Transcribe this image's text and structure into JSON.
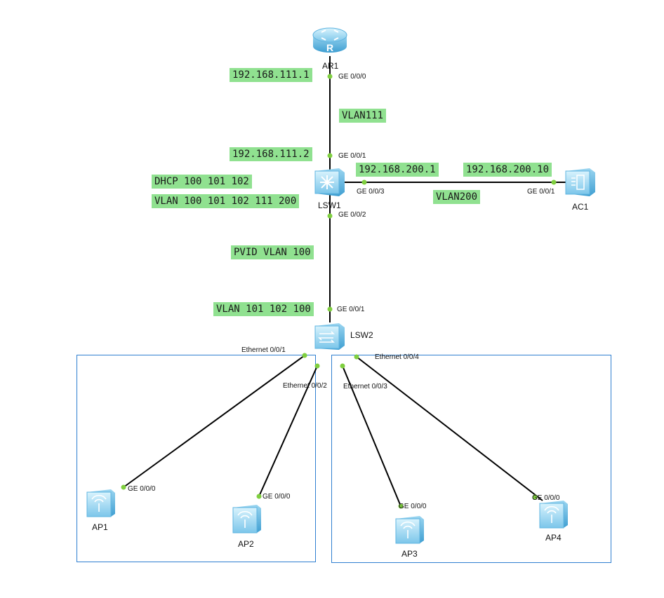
{
  "devices": {
    "ar1": {
      "name": "AR1"
    },
    "lsw1": {
      "name": "LSW1"
    },
    "lsw2": {
      "name": "LSW2"
    },
    "ac1": {
      "name": "AC1"
    },
    "ap1": {
      "name": "AP1"
    },
    "ap2": {
      "name": "AP2"
    },
    "ap3": {
      "name": "AP3"
    },
    "ap4": {
      "name": "AP4"
    }
  },
  "labels": {
    "ar1_ip": "192.168.111.1",
    "vlan111": "VLAN111",
    "lsw1_ip": "192.168.111.2",
    "lsw1_ip200": "192.168.200.1",
    "ac1_ip": "192.168.200.10",
    "dhcp": "DHCP 100 101 102",
    "lsw1_vlans": "VLAN 100 101 102 111 200",
    "vlan200": "VLAN200",
    "pvid": "PVID VLAN 100",
    "lsw2_vlans": "VLAN 101 102 100"
  },
  "ports": {
    "ar1_ge000": "GE 0/0/0",
    "lsw1_ge001": "GE 0/0/1",
    "lsw1_ge003": "GE 0/0/3",
    "ac1_ge001": "GE 0/0/1",
    "lsw1_ge002": "GE 0/0/2",
    "lsw2_ge001": "GE 0/0/1",
    "lsw2_eth1": "Ethernet 0/0/1",
    "lsw2_eth2": "Ethernet 0/0/2",
    "lsw2_eth3": "Ethernet 0/0/3",
    "lsw2_eth4": "Ethernet 0/0/4",
    "ap1_ge000": "GE 0/0/0",
    "ap2_ge000": "GE 0/0/0",
    "ap3_ge000": "GE 0/0/0",
    "ap4_ge000": "GE 0/0/0"
  },
  "colors": {
    "label_bg": "#90e190",
    "port_dot": "#7fcf3f",
    "link": "#000000",
    "group_border": "#2f7fd0",
    "device_light": "#c8ecfb",
    "device_dark": "#5fb4e0"
  }
}
